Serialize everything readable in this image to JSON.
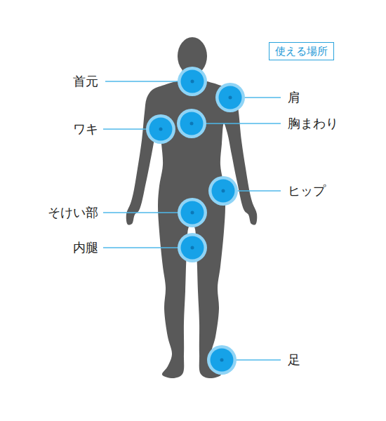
{
  "diagram": {
    "nodes": [
      {
        "text": [
          "使える場所"
        ]
      }
    ],
    "labels": [
      "首元",
      "肩",
      "ワキ",
      "胸まわり",
      "そけい部",
      "ヒップ",
      "内腿",
      "足"
    ]
  }
}
